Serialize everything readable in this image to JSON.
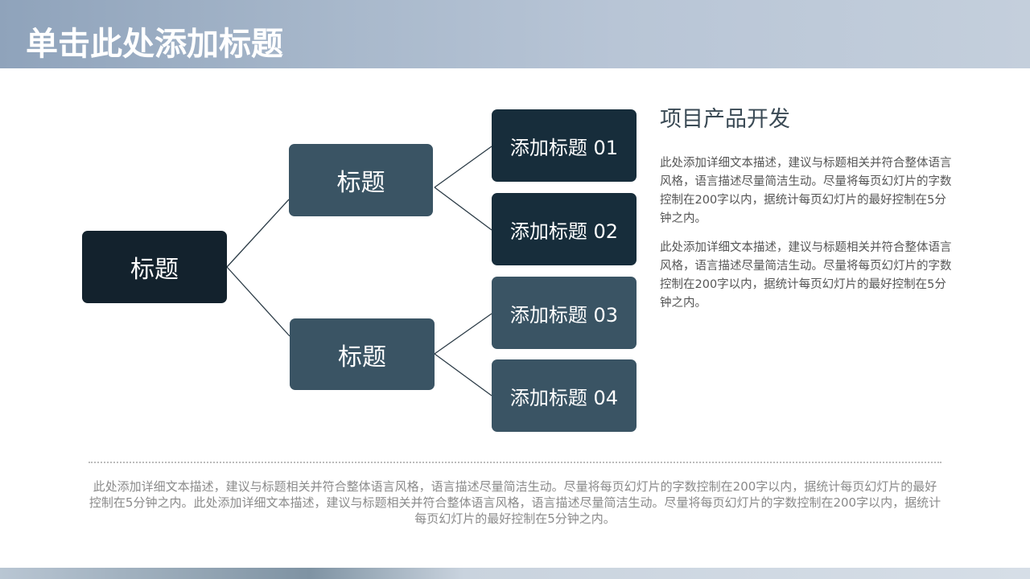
{
  "header": {
    "title": "单击此处添加标题"
  },
  "diagram": {
    "root": "标题",
    "branches": [
      "标题",
      "标题"
    ],
    "leaves": [
      "添加标题 01",
      "添加标题 02",
      "添加标题 03",
      "添加标题 04"
    ]
  },
  "side": {
    "title": "项目产品开发",
    "paragraphs": [
      "此处添加详细文本描述，建议与标题相关并符合整体语言风格，语言描述尽量简洁生动。尽量将每页幻灯片的字数控制在200字以内，据统计每页幻灯片的最好控制在5分钟之内。",
      "此处添加详细文本描述，建议与标题相关并符合整体语言风格，语言描述尽量简洁生动。尽量将每页幻灯片的字数控制在200字以内，据统计每页幻灯片的最好控制在5分钟之内。"
    ]
  },
  "footer": {
    "text": "此处添加详细文本描述，建议与标题相关并符合整体语言风格，语言描述尽量简洁生动。尽量将每页幻灯片的字数控制在200字以内，据统计每页幻灯片的最好控制在5分钟之内。此处添加详细文本描述，建议与标题相关并符合整体语言风格，语言描述尽量简洁生动。尽量将每页幻灯片的字数控制在200字以内，据统计每页幻灯片的最好控制在5分钟之内。"
  }
}
